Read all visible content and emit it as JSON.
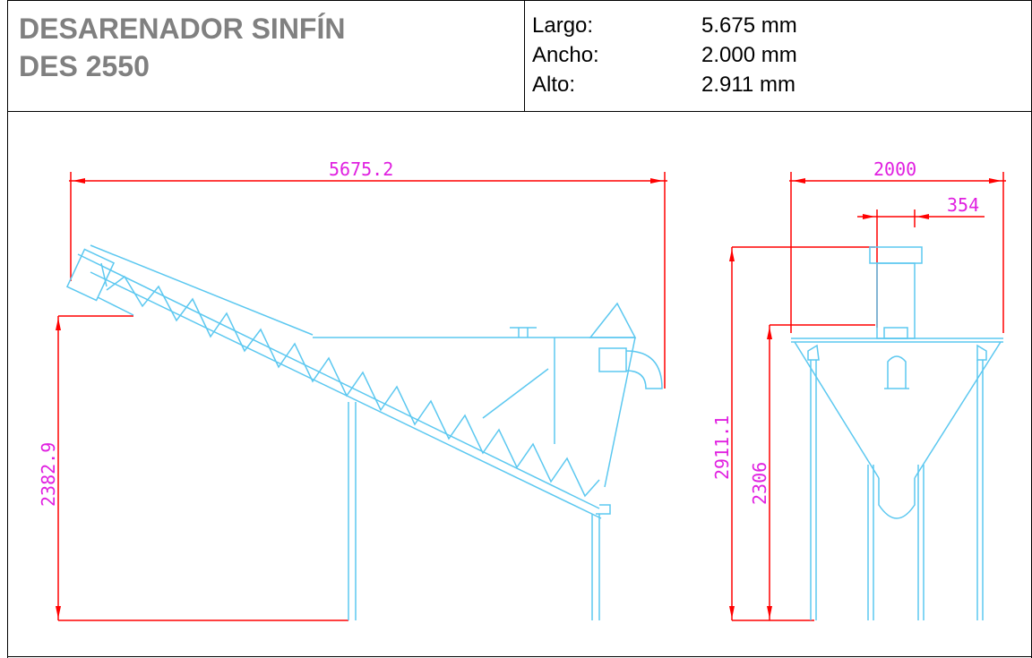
{
  "header": {
    "title_line1": "DESARENADOR SINFÍN",
    "title_line2": "DES 2550",
    "dims": [
      {
        "label": "Largo:",
        "value": "5.675 mm"
      },
      {
        "label": "Ancho:",
        "value": "2.000 mm"
      },
      {
        "label": "Alto:",
        "value": "2.911 mm"
      }
    ]
  },
  "drawing": {
    "side_view": {
      "length_dim": "5675.2",
      "height_dim": "2382.9"
    },
    "front_view": {
      "width_dim": "2000",
      "inlet_dim": "354",
      "total_height_dim": "2911.1",
      "body_height_dim": "2306"
    },
    "colors": {
      "dimension_line": "#ff0000",
      "dimension_text": "#e020e0",
      "structure": "#5cc8f0",
      "border": "#000000",
      "title_text": "#808080"
    }
  }
}
